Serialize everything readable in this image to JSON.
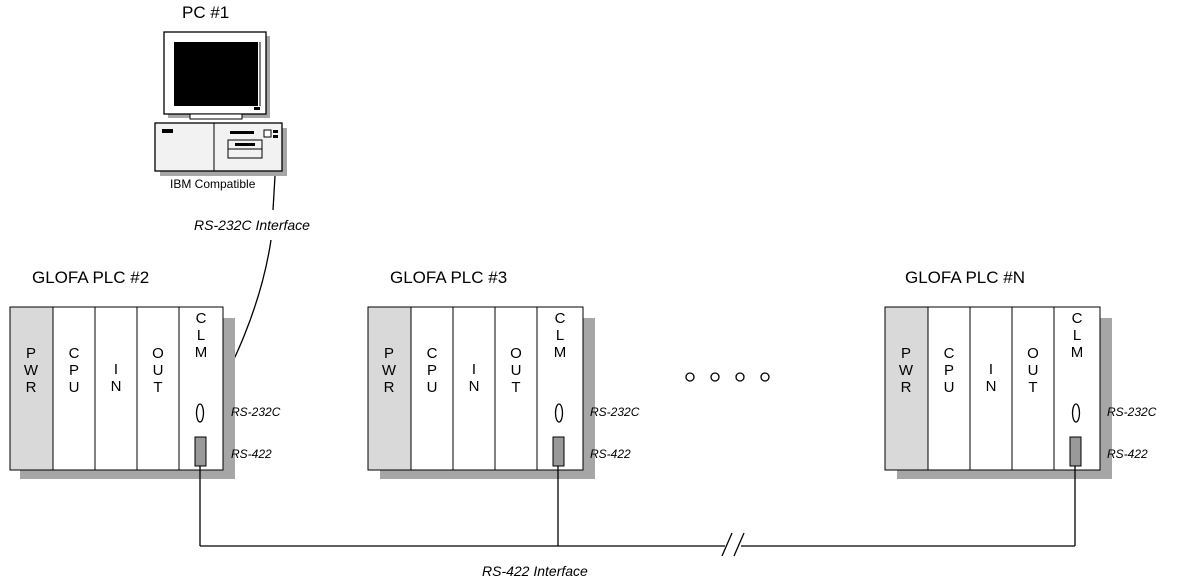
{
  "pc": {
    "title": "PC #1",
    "caption": "IBM Compatible",
    "interface_label": "RS-232C  Interface"
  },
  "plcs": [
    {
      "title": "GLOFA PLC #2",
      "modules": [
        "PWR",
        "CPU",
        "IN",
        "OUT",
        "CLM"
      ],
      "port_labels": [
        "RS-232C",
        "RS-422"
      ]
    },
    {
      "title": "GLOFA PLC #3",
      "modules": [
        "PWR",
        "CPU",
        "IN",
        "OUT",
        "CLM"
      ],
      "port_labels": [
        "RS-232C",
        "RS-422"
      ]
    },
    {
      "title": "GLOFA PLC #N",
      "modules": [
        "PWR",
        "CPU",
        "IN",
        "OUT",
        "CLM"
      ],
      "port_labels": [
        "RS-232C",
        "RS-422"
      ]
    }
  ],
  "bus": {
    "label": "RS-422 Interface"
  },
  "colors": {
    "module_fill": "#ffffff",
    "pwr_fill": "#d9d9d9",
    "shadow": "#a6a6a6",
    "port_fill": "#999999",
    "screen": "#000000",
    "pc_case": "#f2f2f2"
  }
}
